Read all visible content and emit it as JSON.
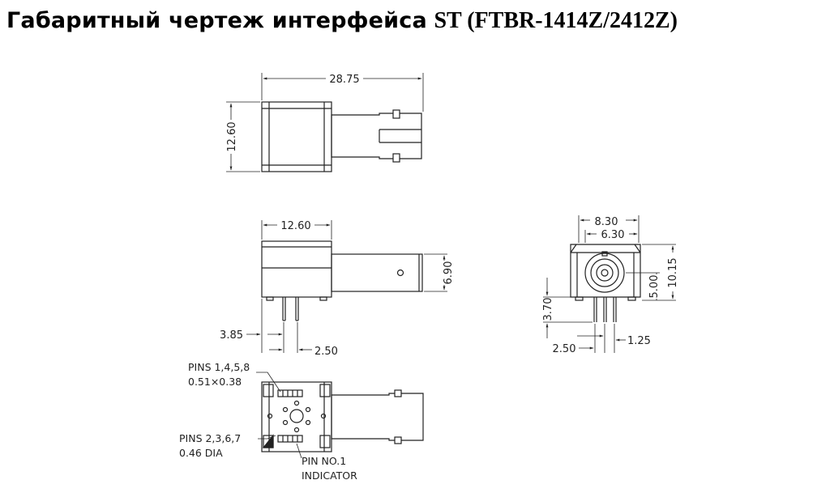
{
  "title": {
    "russian": "Габаритный  чертеж  интерфейса",
    "model": "ST (FTBR-1414Z/2412Z)"
  },
  "dimensions": {
    "top_width": "28.75",
    "top_height": "12.60",
    "side_body_width": "12.60",
    "side_tube_height": "6.90",
    "pin_offset": "3.85",
    "pin_pitch": "2.50",
    "front_outer_width": "8.30",
    "front_inner_width": "6.30",
    "front_total_height": "10.15",
    "front_center_height": "5.00",
    "front_pin_length": "3.70",
    "front_pin_pitch": "2.50",
    "front_pin_spacing": "1.25"
  },
  "notes": {
    "pins_a_line1": "PINS 1,4,5,8",
    "pins_a_line2": "0.51×0.38",
    "pins_b_line1": "PINS 2,3,6,7",
    "pins_b_line2": "0.46 DIA",
    "pin1_line1": "PIN NO.1",
    "pin1_line2": "INDICATOR"
  }
}
